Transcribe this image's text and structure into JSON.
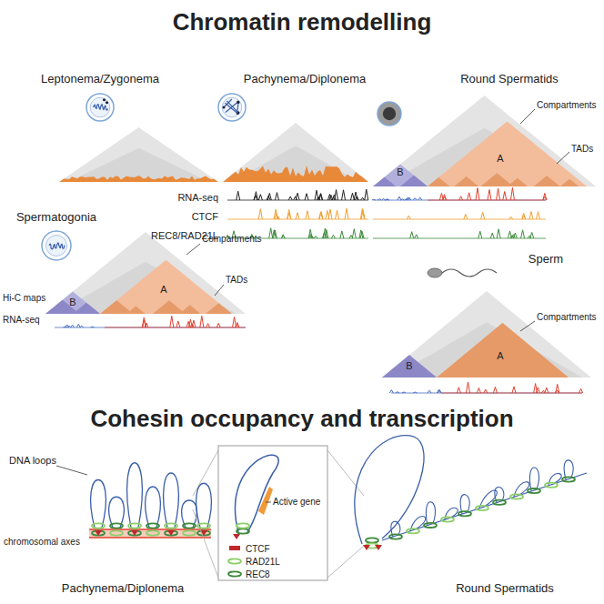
{
  "diagram": {
    "title": "Chromatin remodelling",
    "labels": [
      "Leptonema/Zygonema",
      "Pachynema/Diplonema",
      "Round Spermatids",
      "Compartments",
      "TADs",
      "B",
      "A",
      "RNA-seq",
      "CTCF",
      "REC8/RAD21L",
      "Spermatogonia",
      "Compartments",
      "TADs",
      "B",
      "A",
      "Hi-C maps",
      "RNA-seq",
      "Sperm",
      "Compartments",
      "B",
      "A",
      "Cohesin occupancy and transcription",
      "DNA loops",
      "chromosomal axes",
      "Pachynema/Diplonema",
      "Active gene",
      "Round Spermatids"
    ],
    "legend": [
      {
        "text": "CTCF"
      },
      {
        "text": "RAD21L"
      },
      {
        "text": "REC8"
      }
    ]
  }
}
